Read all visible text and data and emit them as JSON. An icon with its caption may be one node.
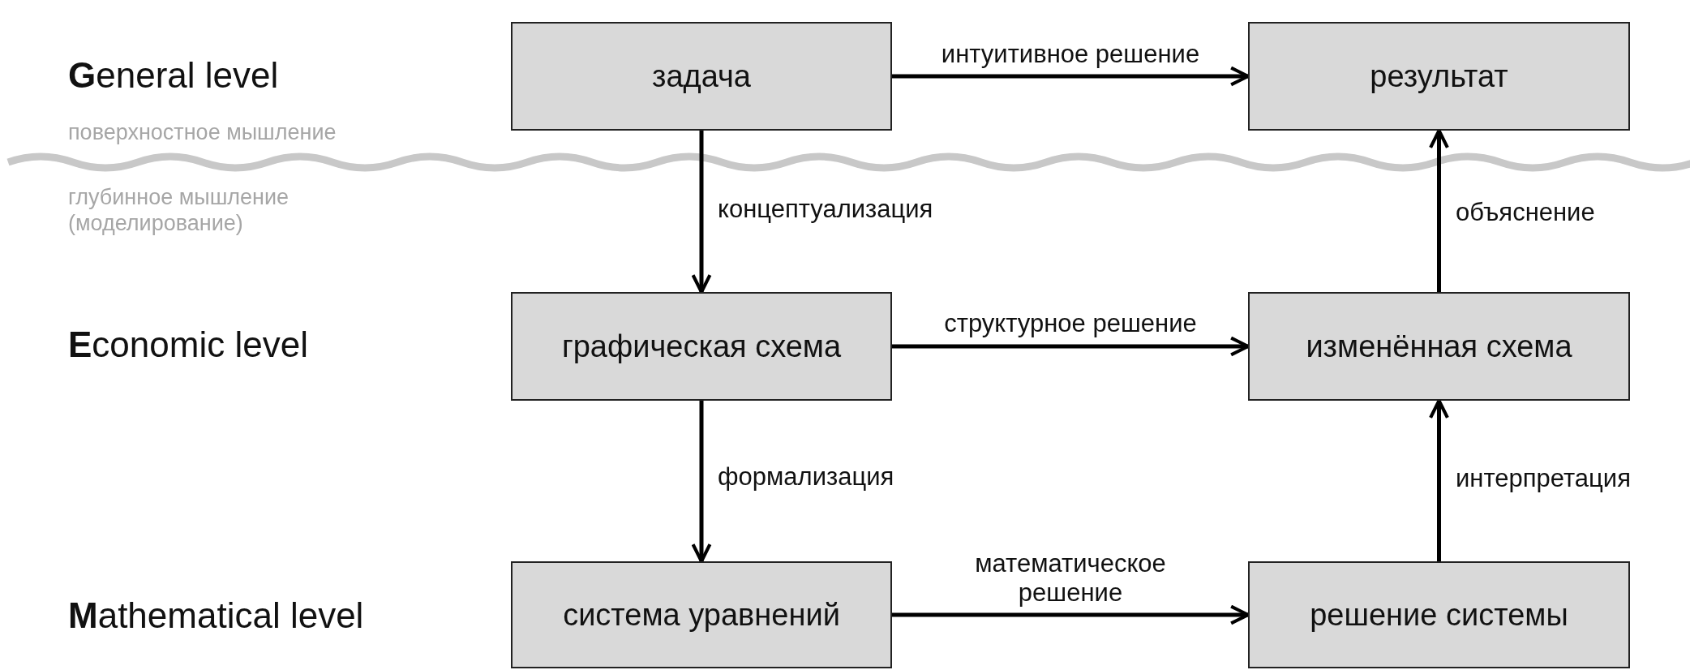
{
  "diagram": {
    "nodes": [
      {
        "text": [
          "задача"
        ]
      },
      {
        "text": [
          "результат"
        ]
      },
      {
        "text": [
          "графическая схема"
        ]
      },
      {
        "text": [
          "изменённая схема"
        ]
      },
      {
        "text": [
          "система уравнений"
        ]
      },
      {
        "text": [
          "решение системы"
        ]
      }
    ],
    "edges": [
      {
        "from": 0,
        "to": 1,
        "arrow": "to",
        "label": "интуитивное решение"
      },
      {
        "from": 0,
        "to": 2,
        "arrow": "to",
        "label": "концептуализация"
      },
      {
        "from": 2,
        "to": 3,
        "arrow": "to",
        "label": "структурное решение"
      },
      {
        "from": 3,
        "to": 1,
        "arrow": "to",
        "label": "объяснение"
      },
      {
        "from": 2,
        "to": 4,
        "arrow": "to",
        "label": "формализация"
      },
      {
        "from": 4,
        "to": 5,
        "arrow": "to",
        "label": "математическое решение"
      },
      {
        "from": 5,
        "to": 3,
        "arrow": "to",
        "label": "интерпретация"
      }
    ],
    "labels": [
      "**G**eneral level",
      "поверхностное мышление",
      "глубинное мышление (моделирование)",
      "**E**conomic level",
      "**M**athematical level"
    ]
  }
}
